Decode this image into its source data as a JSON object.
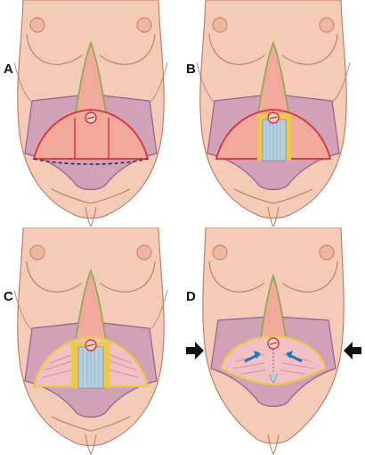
{
  "panels": [
    {
      "label": "A",
      "stage": "incision-markings"
    },
    {
      "label": "B",
      "stage": "central-plication"
    },
    {
      "label": "C",
      "stage": "lateral-plication"
    },
    {
      "label": "D",
      "stage": "medial-advancement"
    }
  ],
  "colors": {
    "skin": "#f4cbb6",
    "skin_line": "#c07563",
    "flap": "#c99ab7",
    "flap_line": "#9a5d8d",
    "fascia": "#f2a99c",
    "incision": "#d8333a",
    "fascia_border": "#efc84a",
    "plication": "#b7cfe0",
    "muscle": "#f1c1c6",
    "arrow_blue": "#1f78b8",
    "arrow_black": "#111111"
  }
}
